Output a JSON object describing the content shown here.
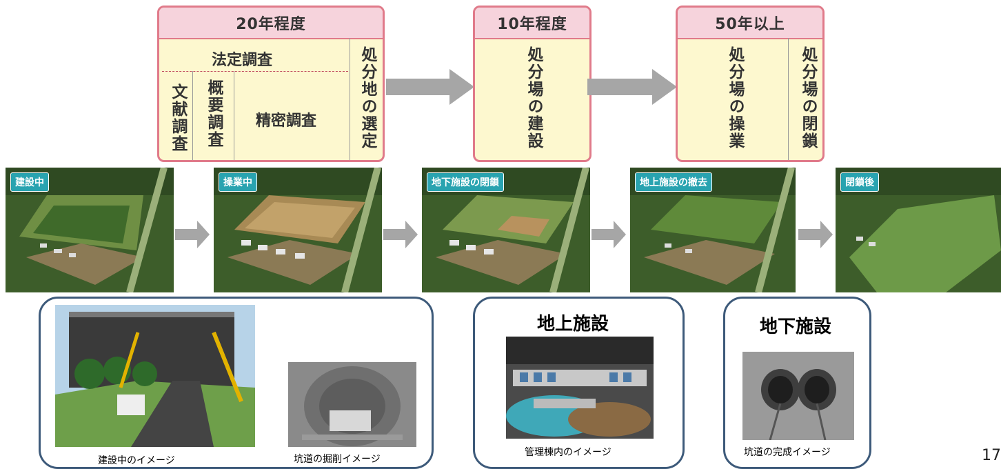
{
  "phases": {
    "survey": {
      "duration": "20年程度",
      "legal_survey": "法定調査",
      "literature_survey": "文献調査",
      "outline_survey": "概要調査",
      "detailed_survey": "精密調査",
      "site_selection": "処分地の選定"
    },
    "construction": {
      "duration": "10年程度",
      "label": "処分場の建設"
    },
    "operation": {
      "duration": "50年以上",
      "label": "処分場の操業",
      "closure": "処分場の閉鎖"
    }
  },
  "stages": [
    {
      "label": "建設中"
    },
    {
      "label": "操業中"
    },
    {
      "label": "地下施設の閉鎖"
    },
    {
      "label": "地上施設の撤去"
    },
    {
      "label": "閉鎖後"
    }
  ],
  "panels": {
    "construction": {
      "caption_site": "建設中のイメージ",
      "caption_tunnel": "坑道の掘削イメージ"
    },
    "surface": {
      "title": "地上施設",
      "caption": "管理棟内のイメージ"
    },
    "underground": {
      "title": "地下施設",
      "caption": "坑道の完成イメージ"
    }
  },
  "page_number": "17",
  "colors": {
    "phase_border": "#e07a8a",
    "phase_head": "#f6d3dc",
    "phase_body": "#fdf8cf",
    "tag": "#29a3b0",
    "panel_border": "#3d5a7a",
    "arrow": "#a6a6a6"
  }
}
